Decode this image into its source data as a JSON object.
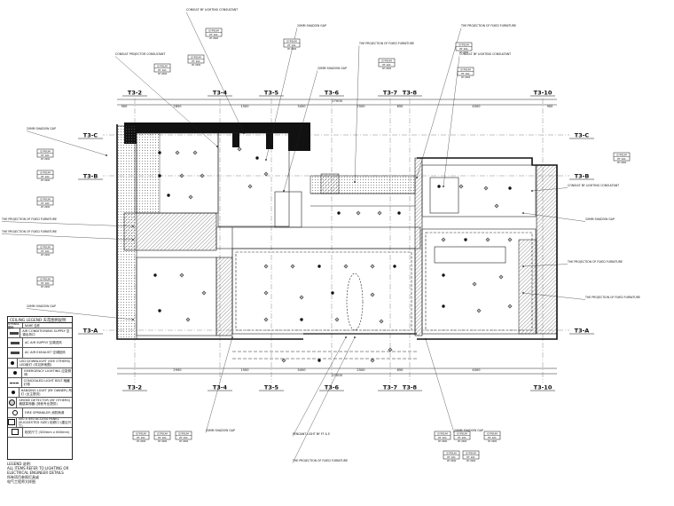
{
  "grid": {
    "top_axes": [
      "T3-2",
      "T3-4",
      "T3-5",
      "T3-6",
      "T3-7",
      "T3-8",
      "T3-10"
    ],
    "bottom_axes": [
      "T3-2",
      "T3-4",
      "T3-5",
      "T3-6",
      "T3-7",
      "T3-8",
      "T3-10"
    ],
    "left_axes": [
      "T3-C",
      "T3-B",
      "T3-A"
    ],
    "right_axes": [
      "T3-C",
      "T3-B",
      "T3-A"
    ],
    "top_dims": [
      "900",
      "2850",
      "1500",
      "3450",
      "2500",
      "650",
      "4000",
      "900"
    ],
    "top_total": "17000",
    "bottom_dims": [
      "2950",
      "1500",
      "3450",
      "2500",
      "650",
      "4000"
    ],
    "bottom_total": "17000"
  },
  "callouts": {
    "top": [
      "CONSULT BY LIGHTING CONSULTANT",
      "CONSULT PROJECTOR CONSULTANT",
      "20MM SHADOW GAP",
      "20MM SHADOW GAP",
      "THE PROJECTION OF FIXED FURNITURE",
      "THE PROJECTION OF FIXED FURNITURE",
      "CONSULT BY LIGHTING CONSULTANT"
    ],
    "left": [
      "20MM SHADOW GAP",
      "THE PROJECTION OF FIXED FURNITURE",
      "THE PROJECTION OF FIXED FURNITURE",
      "20MM SHADOW GAP"
    ],
    "right": [
      "CONSULT BY LIGHTING CONSULTANT",
      "20MM SHADOW GAP",
      "THE PROJECTION OF FIXED FURNITURE",
      "THE PROJECTION OF FIXED FURNITURE"
    ],
    "bottom": [
      "20MM SHADOW GAP",
      "PENDANT LIGHT BY FF & E",
      "THE PROJECTION OF FIXED FURNITURE",
      "20MM SHADOW GAP"
    ],
    "tag_code": "GYPSUM",
    "tag_finish": "PT 101",
    "tag_sub": "CH 2600"
  },
  "legend": {
    "title": "CEILING LEGEND 天花图例说明",
    "col_symbol": "SYMBOL 图例",
    "col_name": "NAME 名称",
    "rows": [
      "AIR CONDITIONING SUPPLY 空调出风口",
      "AC AIR SUPPLY 空调送风",
      "AC AIR EXHAUST 空调回风",
      "LED DOWNLIGHT (SEE OTHERS) LED射灯 (详见其他图)",
      "EMERGENCY LIGHTING 应急照明",
      "CONCEALED LIGHT BELT 暗藏灯带",
      "HANGING LIGHT (BY OWNER) 吊灯 (业主提供)",
      "SMOKE DETECTOR (BY OTHERS) 烟感探测器 (其他专业提供)",
      "FIRE SPRINKLER 消防喷淋",
      "450 x 450 ACCESS PANEL (SUGGESTED SIZE) 检修口 (建议尺寸)",
      "相关尺寸 (300mm x 600mm)"
    ]
  },
  "notes": {
    "title": "LEGEND 说明:",
    "lines": [
      "ALL ITEMS REFER TO LIGHTING OR",
      "ELECTRICAL ENGINEER DETAILS",
      "所有项目参照灯具或",
      "电气工程师大样图"
    ]
  }
}
